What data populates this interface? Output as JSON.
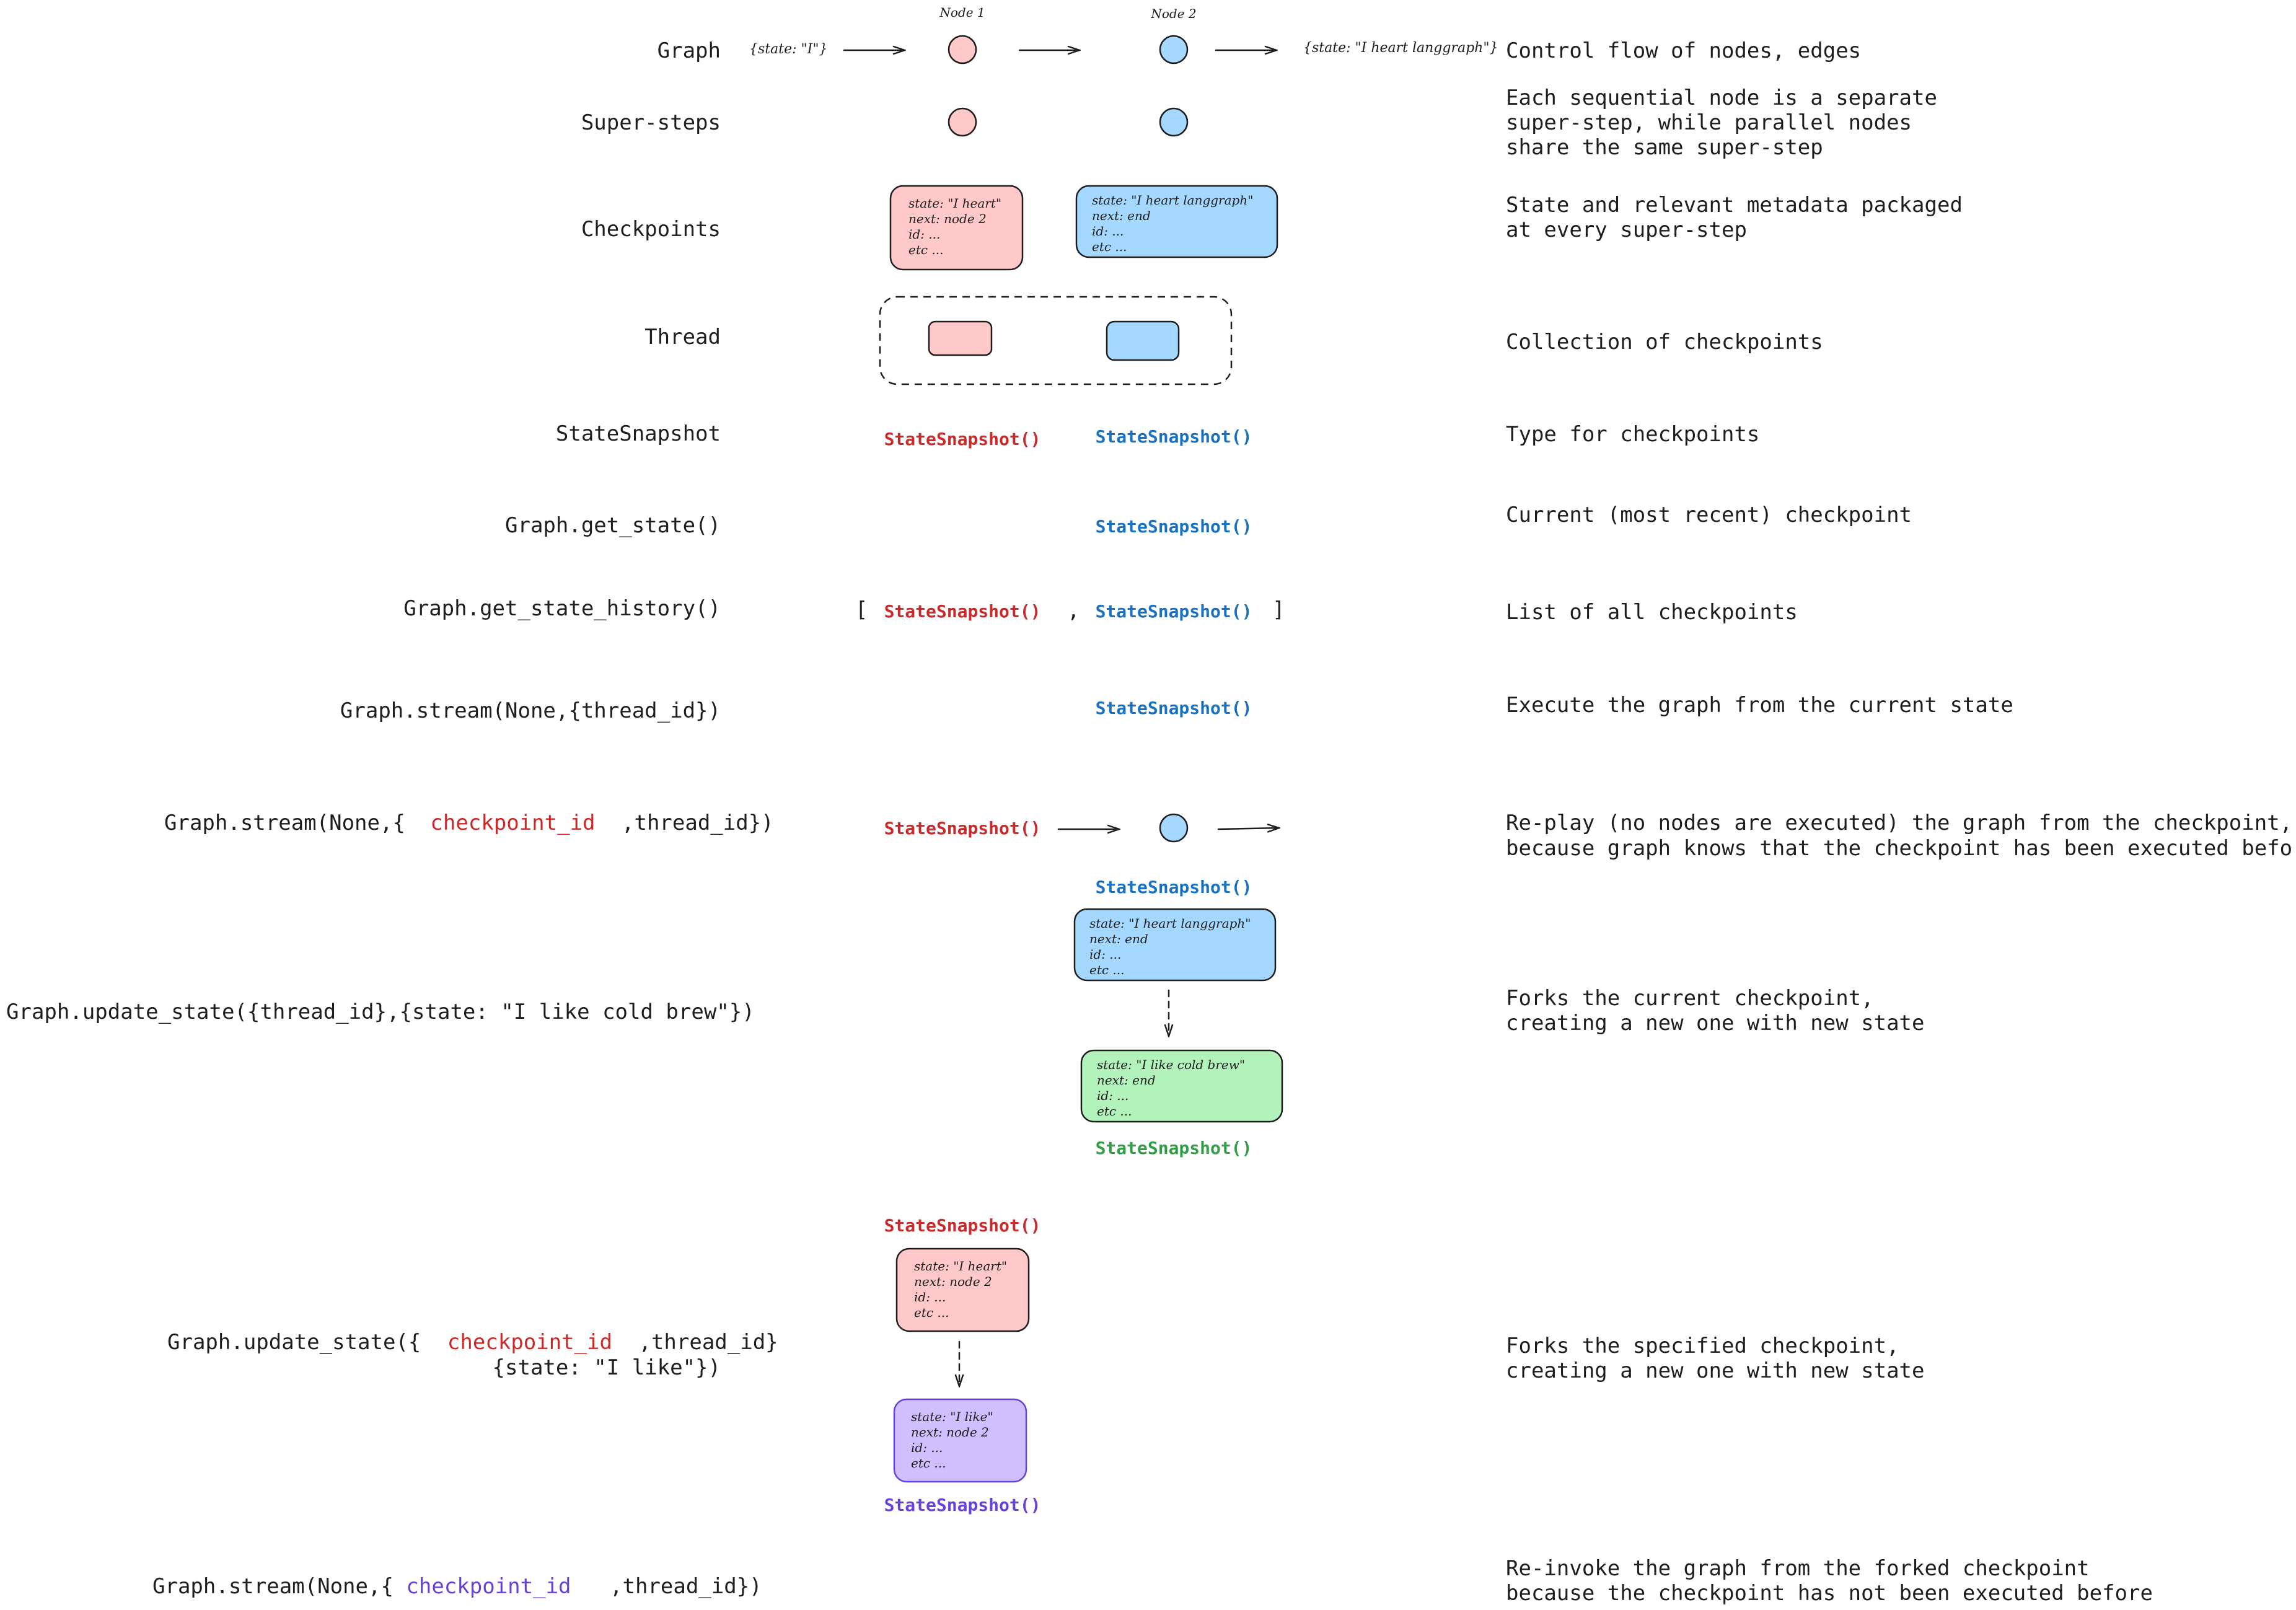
{
  "colors": {
    "pink": "#ffc9c9",
    "blue": "#a5d8ff",
    "green": "#b2f2bb",
    "purple": "#d0bfff",
    "red_text": "#c92a2a",
    "blue_text": "#1971c2",
    "green_text": "#2f9e44",
    "purple_text": "#6741d9"
  },
  "rows": {
    "graph": {
      "label": "Graph",
      "input_state": "{state: \"I\"}",
      "node1": "Node 1",
      "node2": "Node 2",
      "output_state": "{state: \"I heart langgraph\"}",
      "desc": "Control flow of nodes, edges"
    },
    "supersteps": {
      "label": "Super-steps",
      "desc1": "Each sequential node is a separate",
      "desc2": "super-step, while parallel nodes",
      "desc3": "share the same super-step"
    },
    "checkpoints": {
      "label": "Checkpoints",
      "desc1": "State and relevant metadata packaged",
      "desc2": "at every super-step"
    },
    "thread": {
      "label": "Thread",
      "desc": "Collection of checkpoints"
    },
    "statesnapshot": {
      "label": "StateSnapshot",
      "desc": "Type for checkpoints"
    },
    "get_state": {
      "label": "Graph.get_state()",
      "desc": "Current (most recent) checkpoint"
    },
    "get_state_history": {
      "label": "Graph.get_state_history()",
      "open_bracket": "[",
      "comma": ",",
      "close_bracket": "]",
      "desc": "List of all checkpoints"
    },
    "stream_thread": {
      "label": "Graph.stream(None,{thread_id})",
      "desc": "Execute the graph from the current state"
    },
    "stream_checkpoint": {
      "label_pre": "Graph.stream(None,{",
      "label_ckpt": "checkpoint_id",
      "label_post": ",thread_id})",
      "desc1": "Re-play (no nodes are executed) the graph from the checkpoint,",
      "desc2": "because graph knows that the checkpoint has been executed before"
    },
    "update_state_thread": {
      "label": "Graph.update_state({thread_id},{state: \"I like cold brew\"})",
      "desc1": "Forks the current checkpoint,",
      "desc2": "creating a new one with new state"
    },
    "update_state_ckpt": {
      "label_pre": "Graph.update_state({",
      "label_ckpt": "checkpoint_id",
      "label_post": ",thread_id}",
      "label_line2": "{state: \"I like\"})",
      "desc1": "Forks the specified checkpoint,",
      "desc2": "creating a new one with new state"
    },
    "stream_forked": {
      "label_pre": "Graph.stream(None,{",
      "label_ckpt": "checkpoint_id",
      "label_post": ",thread_id})",
      "desc1": "Re-invoke the graph from the forked checkpoint",
      "desc2": "because the checkpoint has not been executed before"
    }
  },
  "snapshot_label": "StateSnapshot()",
  "cards": {
    "pink": [
      "state: \"I heart\"",
      "next: node 2",
      "id: ...",
      "etc ..."
    ],
    "blue": [
      "state: \"I heart langgraph\"",
      "next: end",
      "id: ...",
      "etc ..."
    ],
    "green": [
      "state: \"I like cold brew\"",
      "next: end",
      "id: ...",
      "etc ..."
    ],
    "purple": [
      "state: \"I like\"",
      "next: node 2",
      "id: ...",
      "etc ..."
    ]
  }
}
